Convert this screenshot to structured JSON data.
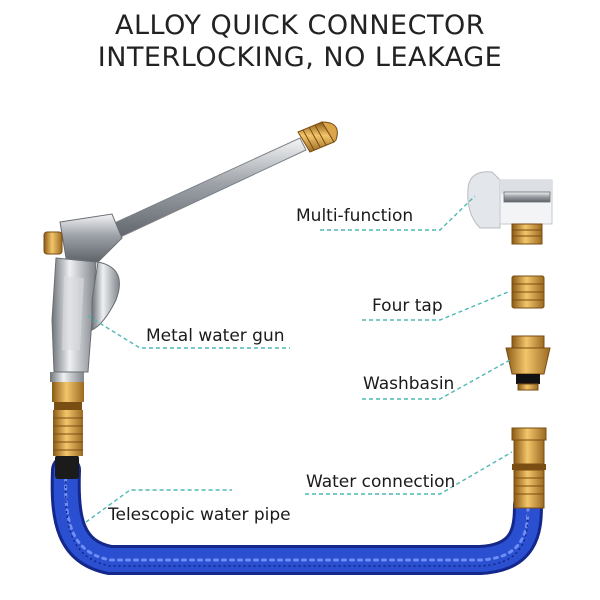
{
  "headline": {
    "line1": "ALLOY QUICK CONNECTOR",
    "line2": "INTERLOCKING, NO LEAKAGE"
  },
  "labels": {
    "multi_function": "Multi-function",
    "four_tap": "Four tap",
    "washbasin": "Washbasin",
    "water_connection": "Water connection",
    "metal_water_gun": "Metal water gun",
    "telescopic_water_pipe": "Telescopic water pipe"
  },
  "colors": {
    "leader_line": "#4fb8b4",
    "brass": "#c9963b",
    "hose_blue": "#2a4fd0",
    "chrome": "#b8bcc2"
  }
}
